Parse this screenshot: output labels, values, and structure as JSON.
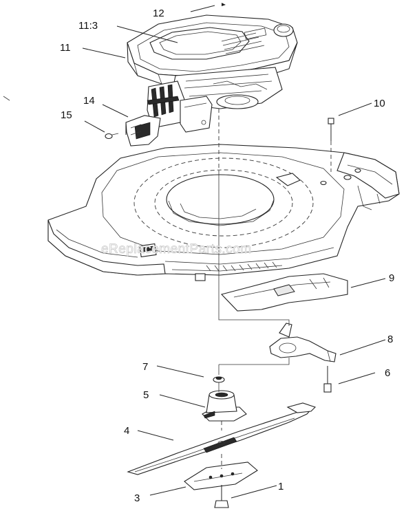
{
  "watermark": "eReplacementParts.com",
  "callouts": [
    {
      "id": "c12",
      "text": "12"
    },
    {
      "id": "c11-3",
      "text": "11:3"
    },
    {
      "id": "c11",
      "text": "11"
    },
    {
      "id": "c14",
      "text": "14"
    },
    {
      "id": "c15",
      "text": "15"
    },
    {
      "id": "c10",
      "text": "10"
    },
    {
      "id": "c9",
      "text": "9"
    },
    {
      "id": "c8",
      "text": "8"
    },
    {
      "id": "c7",
      "text": "7"
    },
    {
      "id": "c6",
      "text": "6"
    },
    {
      "id": "c5",
      "text": "5"
    },
    {
      "id": "c4",
      "text": "4"
    },
    {
      "id": "c3",
      "text": "3"
    },
    {
      "id": "c1",
      "text": "1"
    }
  ]
}
